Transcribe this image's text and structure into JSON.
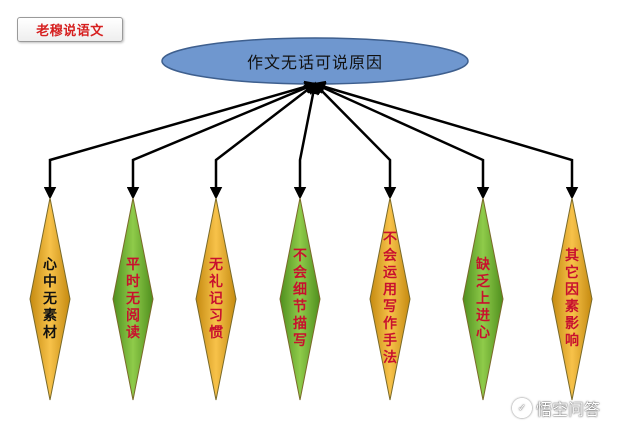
{
  "header_tag": "老穆说语文",
  "center_topic": "作文无话可说原因",
  "categories": [
    {
      "label": "心中无素材",
      "fill": "orange",
      "text": "dark"
    },
    {
      "label": "平时无阅读",
      "fill": "green",
      "text": "red"
    },
    {
      "label": "无礼记习惯",
      "fill": "orange",
      "text": "red"
    },
    {
      "label": "不会细节描写",
      "fill": "green",
      "text": "red"
    },
    {
      "label": "不会运用写作手法",
      "fill": "orange",
      "text": "red"
    },
    {
      "label": "缺乏上进心",
      "fill": "green",
      "text": "red"
    },
    {
      "label": "其它因素影响",
      "fill": "orange",
      "text": "red"
    }
  ],
  "colors": {
    "ellipse_fill": "#6f97cf",
    "ellipse_stroke": "#3e5f8e",
    "orange_fill": "#f2b632",
    "green_fill": "#7dbb3c",
    "diamond_stroke": "#7a6a2a",
    "arrow": "#000000"
  },
  "watermark": "悟空问答"
}
